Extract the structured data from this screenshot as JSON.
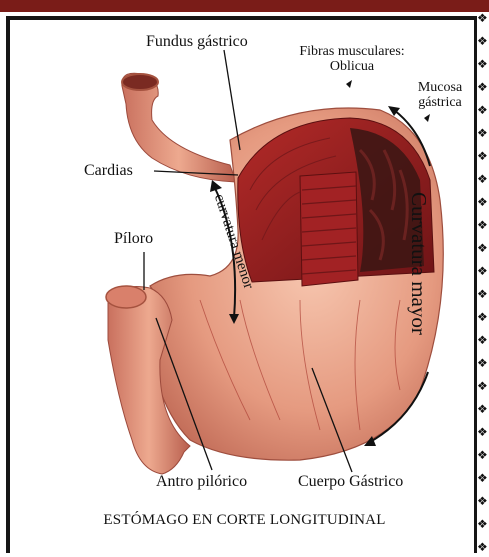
{
  "labels": {
    "fundus": "Fundus gástrico",
    "fibras_line1": "Fibras musculares:",
    "fibras_line2": "Oblicua",
    "mucosa_line1": "Mucosa",
    "mucosa_line2": "gástrica",
    "cardias": "Cardias",
    "piloro": "Píloro",
    "curvatura_menor": "curvatura menor",
    "curvatura_mayor": "Curvatura mayor",
    "antro": "Antro pilórico",
    "cuerpo": "Cuerpo Gástrico"
  },
  "title": "ESTÓMAGO EN CORTE LONGITUDINAL",
  "colors": {
    "border_top": "#7a1c18",
    "frame": "#161616",
    "stomach_skin": "#e3987c",
    "stomach_shade": "#b8584a",
    "muscle_layer": "#8a1a1c",
    "mucosa_dark": "#3a1412"
  },
  "icons": {
    "corner_deco": "diamond-knot-icon"
  }
}
